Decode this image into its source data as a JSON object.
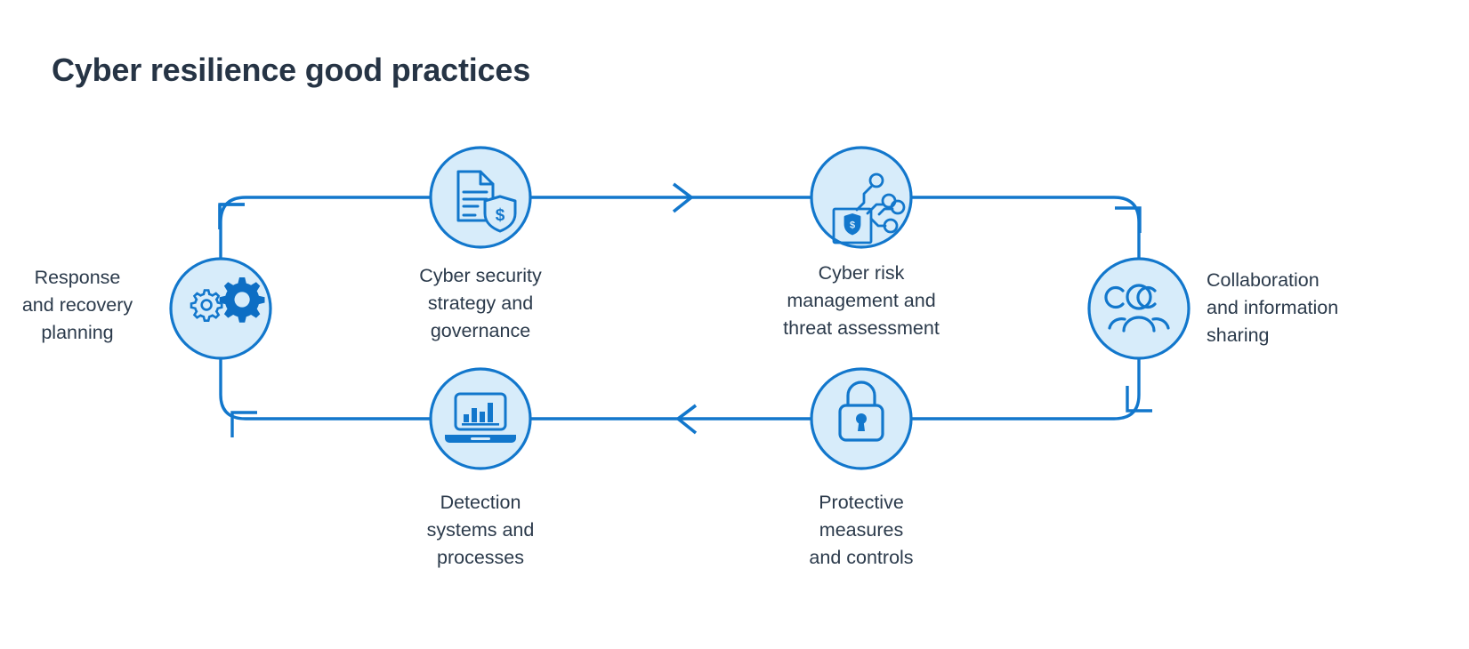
{
  "page": {
    "title": "Cyber resilience good practices",
    "background_color": "#ffffff",
    "title_color": "#263445"
  },
  "theme": {
    "accent_stroke": "#1277cc",
    "node_fill": "#d7ecfa",
    "icon_color": "#1277cc",
    "icon_solid": "#0d6ec4",
    "label_color": "#2b3a4b",
    "connector_color": "#1277cc"
  },
  "diagram": {
    "type": "cycle-flow",
    "direction": "clockwise",
    "nodes": [
      {
        "id": "response-recovery-planning",
        "label": "Response\nand recovery\nplanning",
        "icon": "gears-icon",
        "position": "left",
        "label_position": "left-of-node"
      },
      {
        "id": "cyber-security-strategy",
        "label": "Cyber security\nstrategy and\ngovernance",
        "icon": "document-shield-dollar-icon",
        "position": "top-left",
        "label_position": "below-node"
      },
      {
        "id": "cyber-risk-management",
        "label": "Cyber risk\nmanagement and\nthreat assessment",
        "icon": "network-shield-dollar-icon",
        "position": "top-right",
        "label_position": "below-node"
      },
      {
        "id": "collaboration-information-sharing",
        "label": "Collaboration\nand information\nsharing",
        "icon": "people-group-icon",
        "position": "right",
        "label_position": "right-of-node"
      },
      {
        "id": "protective-measures-controls",
        "label": "Protective\nmeasures\nand controls",
        "icon": "padlock-icon",
        "position": "bottom-right",
        "label_position": "below-node"
      },
      {
        "id": "detection-systems-processes",
        "label": "Detection\nsystems and\nprocesses",
        "icon": "laptop-chart-icon",
        "position": "bottom-left",
        "label_position": "below-node"
      }
    ],
    "connectors": [
      {
        "id": "top-left-corner-arrow",
        "type": "corner-arrowhead",
        "points_to": "response-recovery-planning"
      },
      {
        "id": "top-middle-arrow",
        "type": "chevron-right",
        "between": [
          "cyber-security-strategy",
          "cyber-risk-management"
        ]
      },
      {
        "id": "top-right-corner-arrow",
        "type": "corner-arrowhead",
        "points_to": "collaboration-information-sharing"
      },
      {
        "id": "bottom-right-corner-arrow",
        "type": "corner-arrowhead",
        "points_to": "protective-measures-controls"
      },
      {
        "id": "bottom-middle-arrow",
        "type": "chevron-left",
        "between": [
          "protective-measures-controls",
          "detection-systems-processes"
        ]
      },
      {
        "id": "bottom-left-corner-arrow",
        "type": "corner-arrowhead",
        "points_to": "response-recovery-planning"
      }
    ]
  }
}
